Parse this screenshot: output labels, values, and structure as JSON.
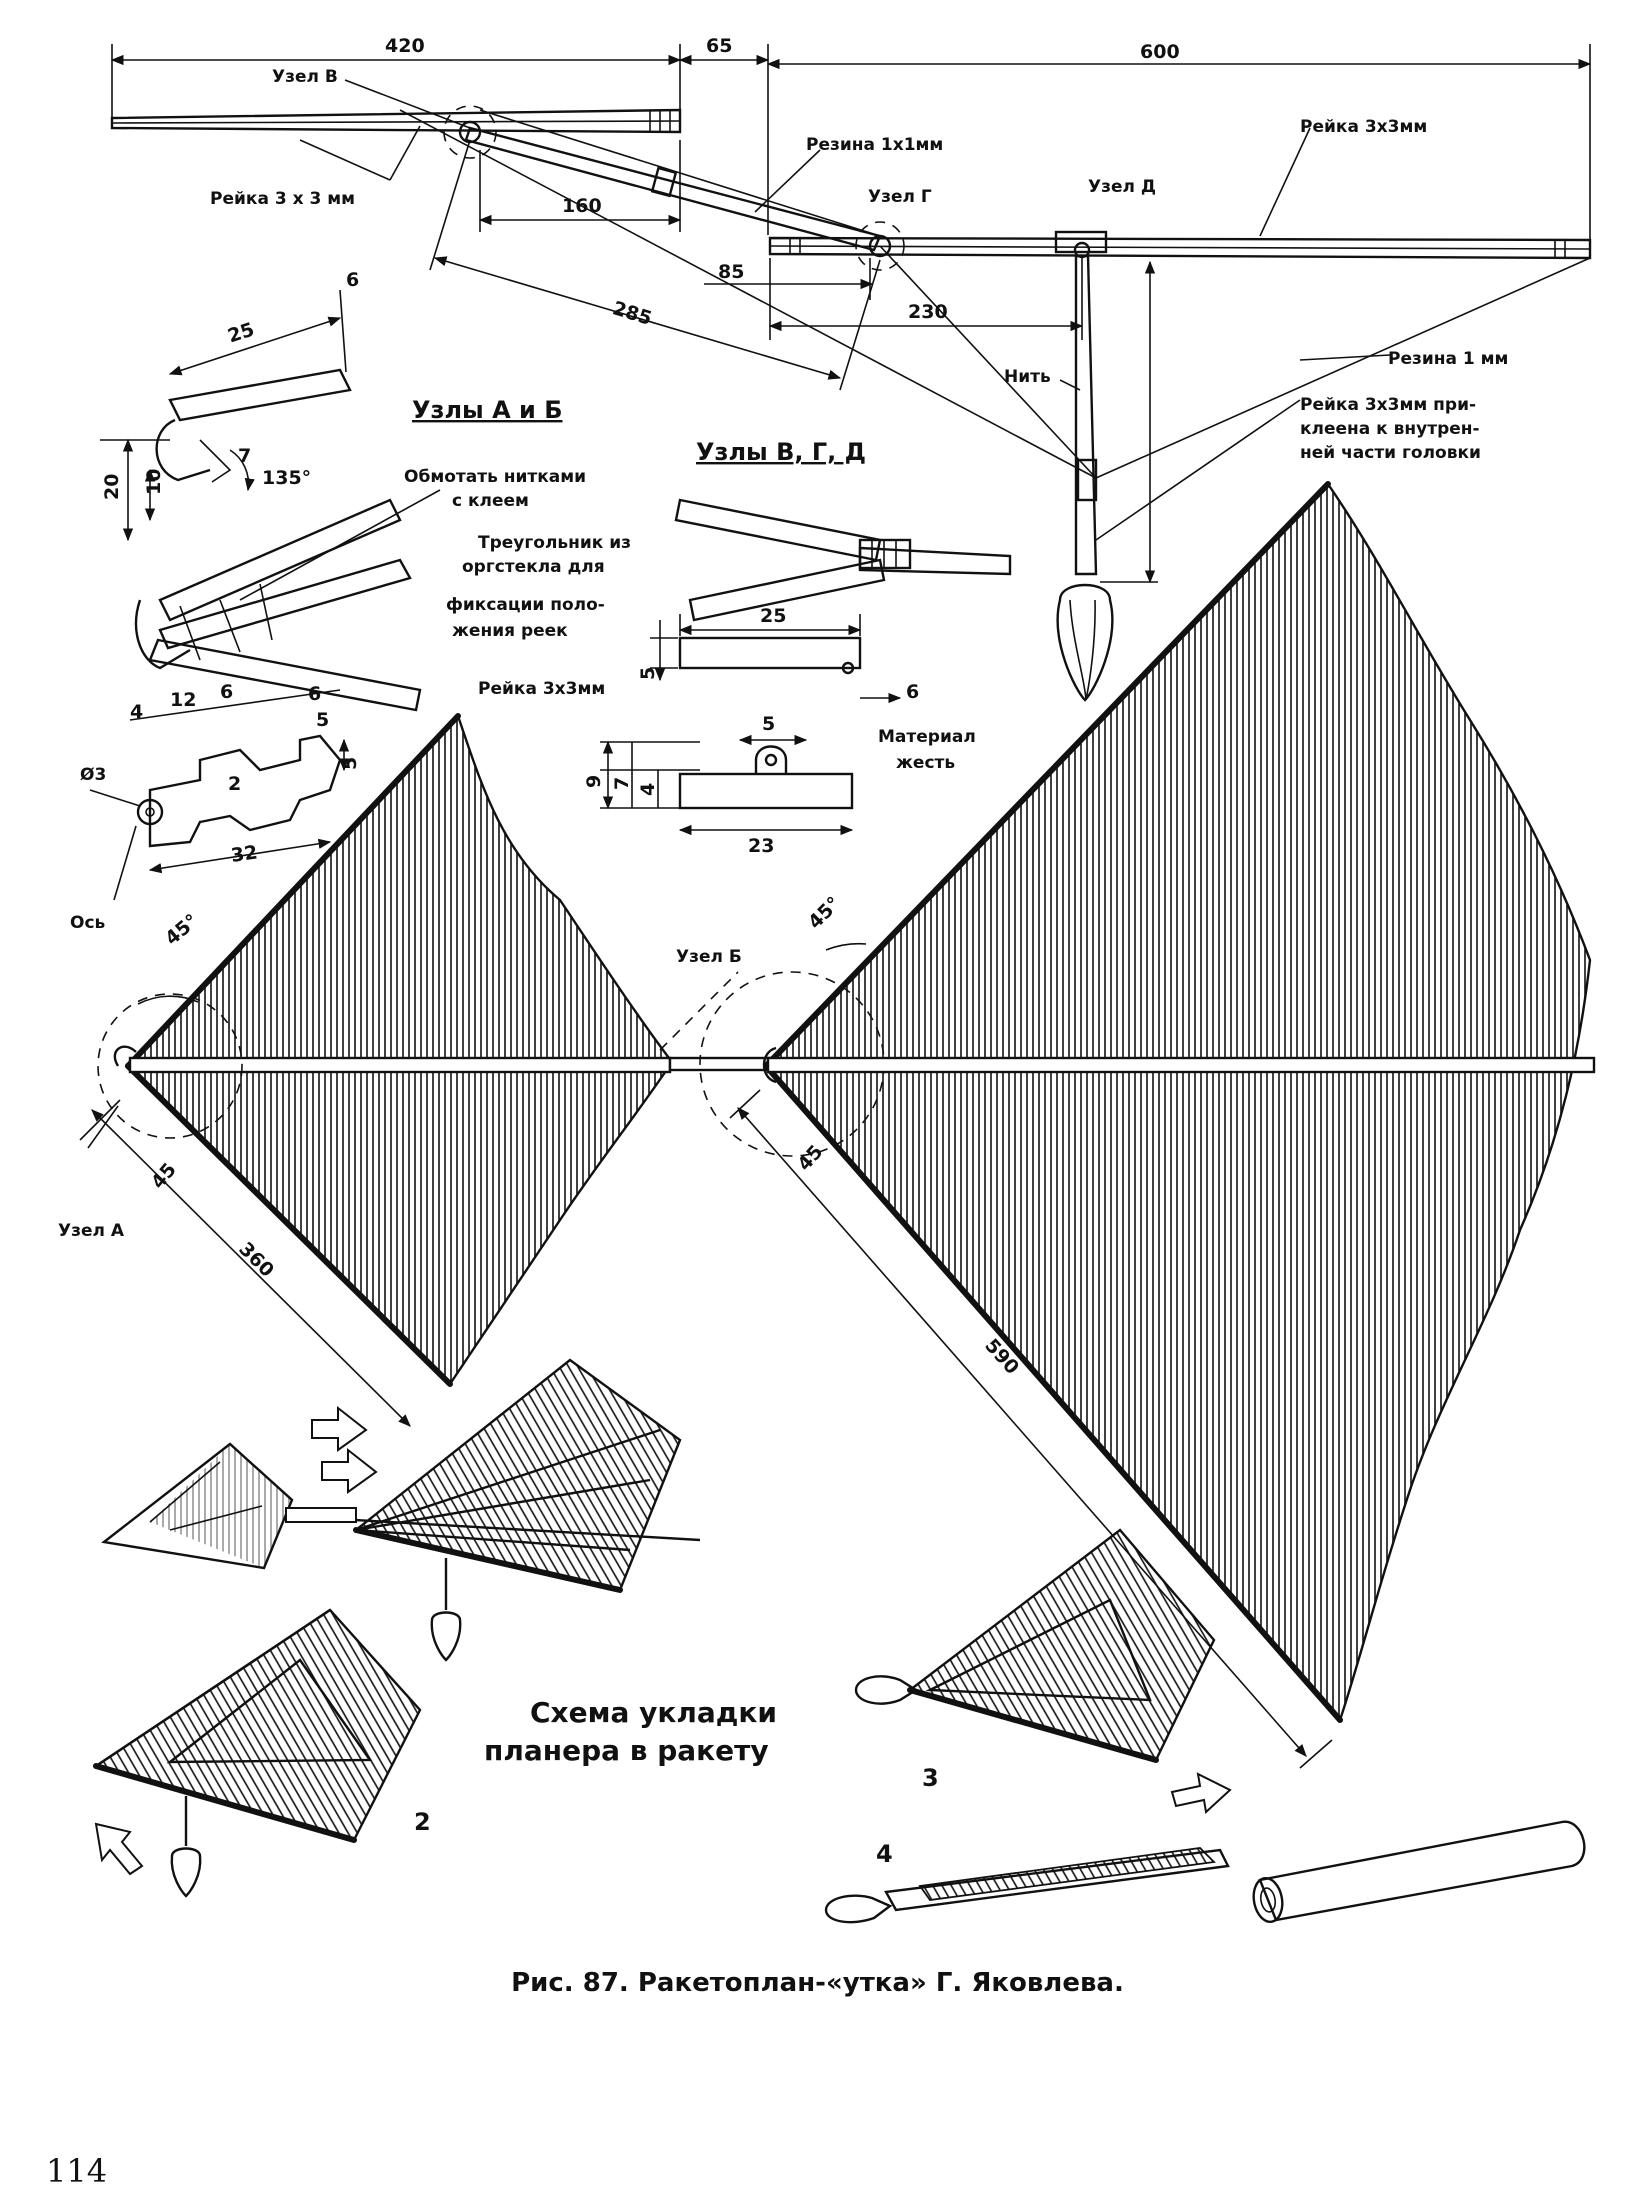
{
  "labels": {
    "uzel_v": "Узел В",
    "uzel_g": "Узел Г",
    "uzel_d": "Узел Д",
    "uzel_a": "Узел А",
    "uzel_b": "Узел Б",
    "rezina_1x1": "Резина 1х1мм",
    "reyka_3x3_top": "Рейка 3х3мм",
    "reyka_3x3_left": "Рейка 3 х 3 мм",
    "rezina_1mm": "Резина 1 мм",
    "nit": "Нить",
    "reyka_glued_1": "Рейка 3х3мм при-",
    "reyka_glued_2": "клеена к внутрен-",
    "reyka_glued_3": "ней части головки",
    "uzly_ab": "Узлы А и Б",
    "uzly_vgd": "Узлы В, Г, Д",
    "obmotat_1": "Обмотать нитками",
    "obmotat_2": "с клеем",
    "treug_1": "Треугольник из",
    "treug_2": "оргстекла для",
    "treug_3": "фиксации поло-",
    "treug_4": "жения реек",
    "reyka_3x3_mid": "Рейка 3х3мм",
    "material_1": "Материал",
    "material_2": "жесть",
    "os": "Ось",
    "diam_3": "Ø3",
    "scheme_1": "Схема укладки",
    "scheme_2": "планера в ракету",
    "step_2": "2",
    "step_3": "3",
    "step_4": "4"
  },
  "dimensions": {
    "d420": "420",
    "d65": "65",
    "d600": "600",
    "d160": "160",
    "d285": "285",
    "d85": "85",
    "d230": "230",
    "d25a": "25",
    "d6a": "6",
    "d20": "20",
    "d10": "10",
    "d7a": "7",
    "d135": "135°",
    "d25b": "25",
    "d5a": "5",
    "d6b": "6",
    "d5b": "5",
    "d9": "9",
    "d7b": "7",
    "d4b": "4",
    "d23": "23",
    "d4": "4",
    "d12": "12",
    "d6c": "6",
    "d6d": "6",
    "d5c": "5",
    "d5d": "5",
    "d2": "2",
    "d32": "32",
    "d45deg_left": "45°",
    "d45_left": "45",
    "d360": "360",
    "d45deg_right": "45°",
    "d45_right": "45",
    "d590": "590"
  },
  "caption": "Рис. 87. Ракетоплан-«утка» Г. Яковлева.",
  "page_number": "114"
}
